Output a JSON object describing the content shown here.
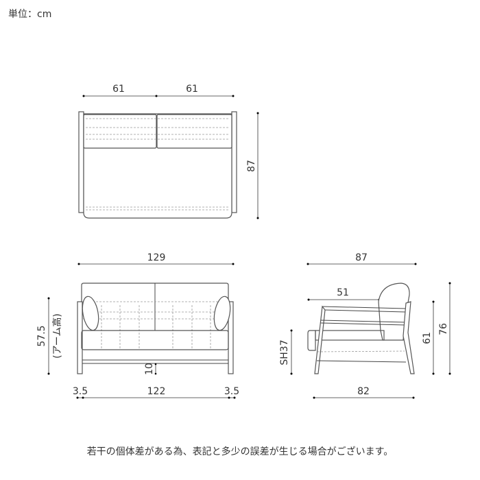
{
  "unit_label": "単位：cm",
  "top_view": {
    "seat_left": "61",
    "seat_right": "61",
    "depth": "87"
  },
  "front_view": {
    "width": "129",
    "arm_height": "57.5",
    "arm_height_note": "(アーム高)",
    "clearance": "10",
    "arm_left": "3.5",
    "inner_width": "122",
    "arm_right": "3.5"
  },
  "side_view": {
    "depth": "87",
    "seat_depth": "51",
    "seat_height": "SH37",
    "arm_top": "61",
    "height": "76",
    "base_depth": "82"
  },
  "footer_note": "若干の個体差がある為、表記と多少の誤差が生じる場合がございます。"
}
